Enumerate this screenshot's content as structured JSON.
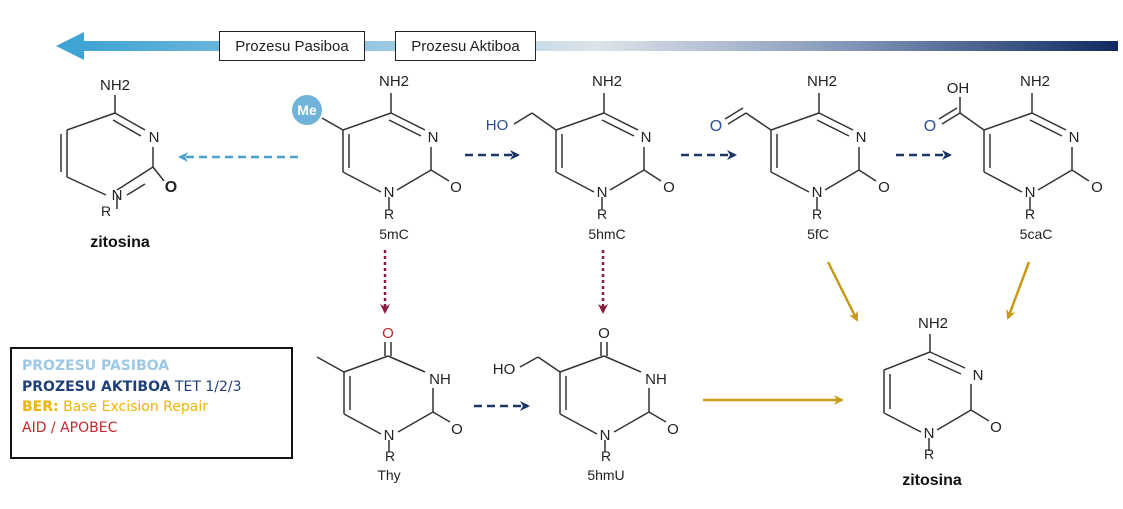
{
  "header": {
    "passive_process": "Prozesu Pasiboa",
    "active_process": "Prozesu Aktiboa"
  },
  "molecules": {
    "cytosine_left": {
      "top_group": "NH2",
      "ring_n": "N",
      "carbonyl": "O",
      "n1": "N",
      "r": "R",
      "name": "zitosina"
    },
    "m5c": {
      "top_group": "NH2",
      "methyl_badge": "Me",
      "ring_n": "N",
      "carbonyl": "O",
      "n1": "N",
      "r": "R",
      "name": "5mC"
    },
    "hm5c": {
      "top_group": "NH2",
      "side_group": "HO",
      "ring_n": "N",
      "carbonyl": "O",
      "n1": "N",
      "r": "R",
      "name": "5hmC"
    },
    "f5c": {
      "top_group": "NH2",
      "side_o": "O",
      "ring_n": "N",
      "carbonyl": "O",
      "n1": "N",
      "r": "R",
      "name": "5fC"
    },
    "ca5c": {
      "top_group": "NH2",
      "acid_oh": "OH",
      "acid_o": "O",
      "ring_n": "N",
      "carbonyl": "O",
      "n1": "N",
      "r": "R",
      "name": "5caC"
    },
    "thy": {
      "top_o": "O",
      "nh": "NH",
      "carbonyl": "O",
      "n1": "N",
      "r": "R",
      "name": "Thy"
    },
    "hmu5": {
      "top_o": "O",
      "side_group": "HO",
      "nh": "NH",
      "carbonyl": "O",
      "n1": "N",
      "r": "R",
      "name": "5hmU"
    },
    "cytosine_right": {
      "top_group": "NH2",
      "ring_n": "N",
      "carbonyl": "O",
      "n1": "N",
      "r": "R",
      "name": "zitosina"
    }
  },
  "legend": {
    "passive": "PROZESU PASIBOA",
    "active_bold": "PROZESU AKTIBOA",
    "active_rest": " TET 1/2/3",
    "ber_bold": "BER:",
    "ber_rest": " Base Excision Repair",
    "aid": "AID / APOBEC"
  },
  "colors": {
    "passive": "#9ec9e6",
    "active": "#1f3f7a",
    "ber": "#f0b400",
    "aid": "#c0282e",
    "arrow_dark": "#1a3466",
    "arrow_light": "#4aa0cf",
    "arrow_aid": "#8a1a3c",
    "arrow_ber": "#c99a18",
    "methyl_badge": "#6fb3d9",
    "oxygen_accent": "#2a4f96"
  }
}
